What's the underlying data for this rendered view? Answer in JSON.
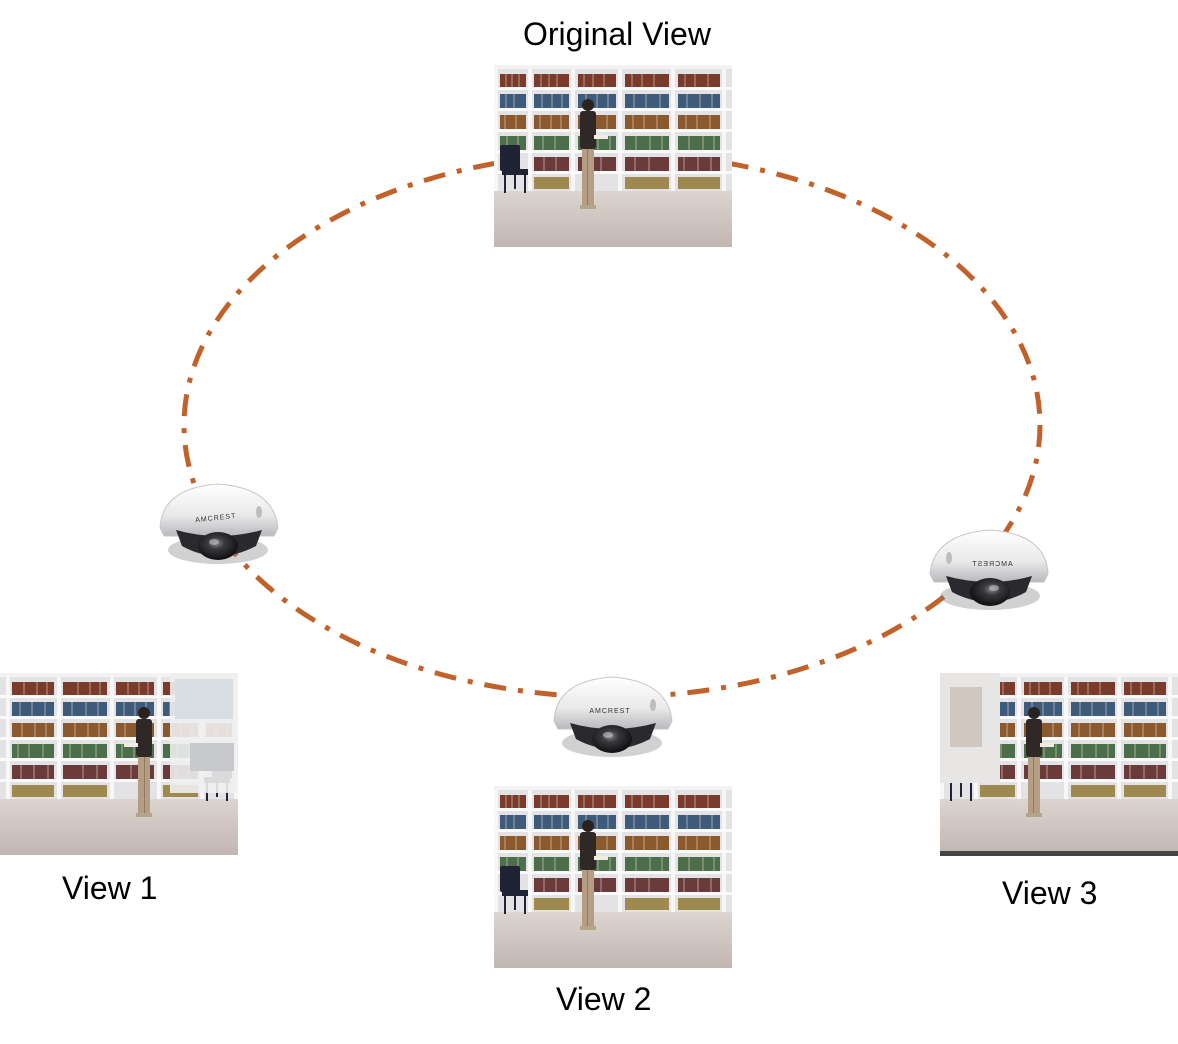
{
  "labels": {
    "original": "Original View",
    "view1": "View 1",
    "view2": "View 2",
    "view3": "View 3"
  },
  "camera": {
    "brand": "AMCREST"
  },
  "colors": {
    "orbit": "#c0622a",
    "shelf": "#e7e7ea",
    "floor": "#c9bfbc",
    "wall": "#f2f2f2"
  }
}
